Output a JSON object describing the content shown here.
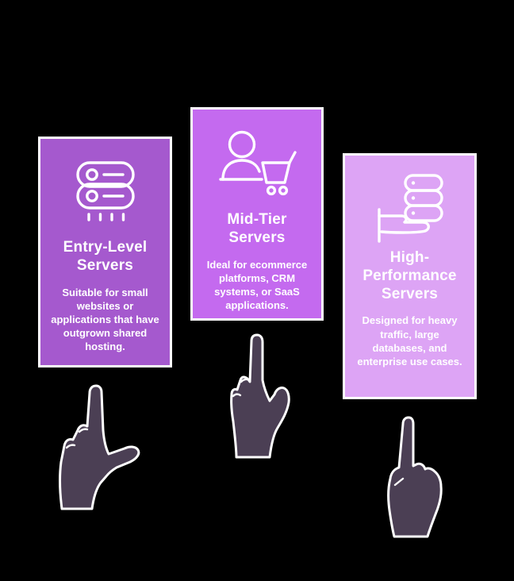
{
  "page": {
    "background_color": "#000000",
    "text_color": "#ffffff"
  },
  "cards": [
    {
      "id": "entry-level",
      "title": "Entry-Level Servers",
      "body": "Suitable for small websites or applications that have outgrown shared hosting.",
      "icon": "server-stack-icon",
      "fill": "#a559ce"
    },
    {
      "id": "mid-tier",
      "title": "Mid-Tier Servers",
      "body": "Ideal for ecommerce platforms, CRM systems, or SaaS applications.",
      "icon": "person-shopping-cart-icon",
      "fill": "#c46aef"
    },
    {
      "id": "high-performance",
      "title": "High-Performance Servers",
      "body": "Designed for heavy traffic, large databases, and enterprise use cases.",
      "icon": "hand-with-server-stack-icon",
      "fill": "#dda4f5"
    }
  ],
  "hands": {
    "fill": "#4b3f54",
    "outline": "#ffffff",
    "items": [
      {
        "id": "pointing-hand-left"
      },
      {
        "id": "pointing-hand-middle"
      },
      {
        "id": "pointing-hand-right"
      }
    ]
  }
}
